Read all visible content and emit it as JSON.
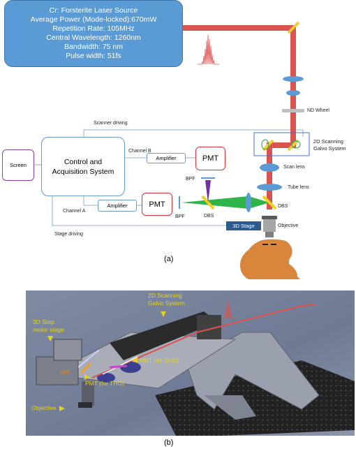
{
  "diagram_a": {
    "laser_source": {
      "lines": [
        "Cr: Forsterite Laser Source",
        "Average Power (Mode-locked):670mW",
        "Repetition Rate: 105MHz",
        "Central Wavelength: 1260nm",
        "Bandwidth: 75 nm",
        "Pulse width: 51fs"
      ]
    },
    "control_system": {
      "line1": "Control and",
      "line2": "Acquisition System"
    },
    "screen": "Screen",
    "amplifier_b": "Amplifier",
    "amplifier_a": "Amplifier",
    "pmt_top": "PMT",
    "pmt_left": "PMT",
    "stage_3d": "3D Stage",
    "labels": {
      "nd_wheel": "ND Wheel",
      "galvo_line1": "2D Scanning",
      "galvo_line2": "Galvo System",
      "scan_lens": "Scan lens",
      "tube_lens": "Tube lens",
      "dbs_right": "DBS",
      "objective": "Objective",
      "bpf_top": "BPF",
      "bpf_left": "BPF",
      "dbs_mid": "DBS",
      "channel_a": "Channel A",
      "channel_b": "Channel B",
      "scanner_driving": "Scanner driving",
      "stage_driving": "Stage driving"
    },
    "caption": "(a)",
    "colors": {
      "laser_beam": "#d9534f",
      "shg_beam": "#7030a0",
      "thg_beam": "#2fb44a",
      "lens": "#5b9bd5",
      "mirror": "#f2d024",
      "head": "#d9853b"
    }
  },
  "photo_b": {
    "labels": {
      "galvo_line1": "2D Scanning",
      "galvo_line2": "Galvo System",
      "stage_line1": "3D Step",
      "stage_line2": "motor stage",
      "pmt_shg": "PMT (for SHG)",
      "pmt_thg": "PMT (for THG)",
      "dbs": "DBS",
      "objective": "Objective"
    },
    "caption": "(b)"
  }
}
